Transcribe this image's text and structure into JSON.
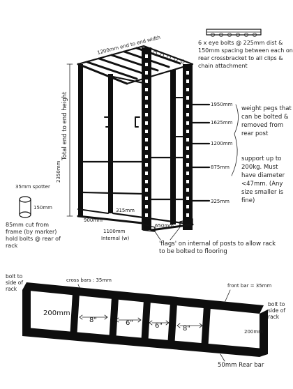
{
  "labels": {
    "top_width": "1200mm end to end width",
    "eye_bolts": "6 x eye bolts @ 225mm dist & 150mm spacing between each on rear crossbracket to all clips & chain attachment",
    "total_height": "Total end to end height",
    "height_value": "2350mm",
    "weight_pegs": "weight pegs that can be bolted & removed from rear post",
    "peg_support": "support up to 200kg. Must have diameter <47mm. (Any size smaller is fine)",
    "spotter": "35mm spotter",
    "spotter_len": "150mm",
    "cut_from_frame": "85mm cut from frame (by marker) hold bolts @ rear of rack",
    "depth_top": "900mm",
    "depth_inner": "315mm",
    "internal_value": "1100mm",
    "internal_label": "Internal (w)",
    "foot_len": "650mm",
    "flags": "'flags' on internal of posts to allow rack to be bolted to flooring",
    "bolt_left": "bolt to side of rack",
    "cross_bars": "cross bars : 35mm",
    "dim_200": "200mm",
    "gap_a": "8\"",
    "gap_b": "6\"",
    "gap_c": "6\"",
    "gap_d": "8\"",
    "front_bar": "front bar = 35mm",
    "bolt_right": "bolt to side of rack",
    "dim_right": "200mm",
    "rear_bar": "50mm Rear bar"
  },
  "peg_heights": [
    {
      "label": "1950mm"
    },
    {
      "label": "1625mm"
    },
    {
      "label": "1200mm"
    },
    {
      "label": "875mm"
    },
    {
      "label": "325mm"
    }
  ]
}
